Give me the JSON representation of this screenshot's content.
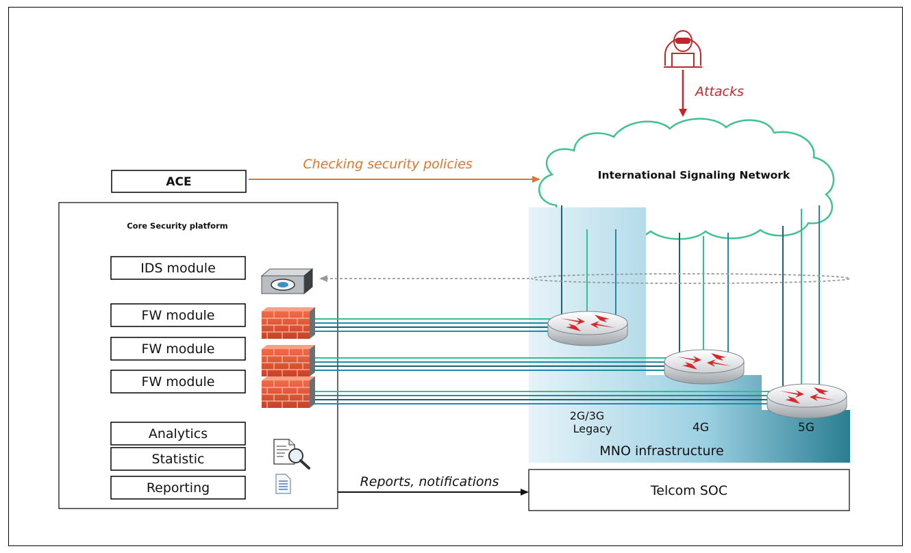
{
  "labels": {
    "ace": "ACE",
    "core_platform": "Core Security platform",
    "ids_module": "IDS module",
    "fw_modules": [
      "FW module",
      "FW module",
      "FW module"
    ],
    "analytics": "Analytics",
    "statistic": "Statistic",
    "reporting": "Reporting",
    "checking_policies": "Checking security policies",
    "attacks": "Attacks",
    "signaling_network": "International Signaling Network",
    "legacy_line1": "2G/3G",
    "legacy_line2": "Legacy",
    "gen_4g": "4G",
    "gen_5g": "5G",
    "mno": "MNO infrastructure",
    "reports": "Reports, notifications",
    "telcom_soc": "Telcom SOC"
  },
  "colors": {
    "attack": "#c0272d",
    "policy": "#e0762a",
    "cloud_stroke": "#3ec28f",
    "link_green": "#2fbf8f",
    "link_teal": "#1f8aa8",
    "link_dark": "#1c5f6e",
    "firewall": "#e2553a",
    "router_arrow": "#d8262b"
  },
  "icons": [
    "hacker-icon",
    "ids-sensor-icon",
    "firewall-icon",
    "router-icon",
    "report-search-icon",
    "document-icon"
  ]
}
